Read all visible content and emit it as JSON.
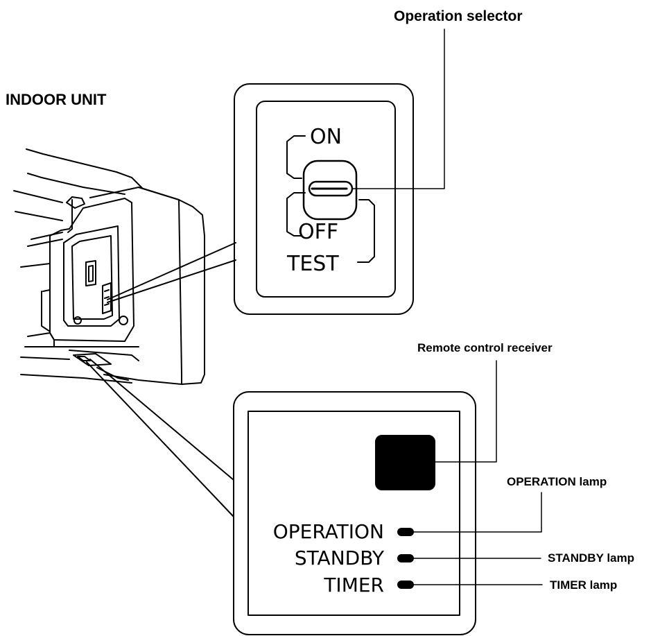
{
  "diagram": {
    "heading": "INDOOR UNIT",
    "callouts": {
      "operation_selector": "Operation selector",
      "remote_control_receiver": "Remote control receiver",
      "operation_lamp": "OPERATION lamp",
      "standby_lamp": "STANDBY lamp",
      "timer_lamp": "TIMER lamp"
    },
    "selector_panel": {
      "positions": [
        "ON",
        "OFF",
        "TEST"
      ]
    },
    "display_panel": {
      "lamps": [
        "OPERATION",
        "STANDBY",
        "TIMER"
      ]
    }
  },
  "colors": {
    "ink": "#000000",
    "background": "#ffffff"
  }
}
